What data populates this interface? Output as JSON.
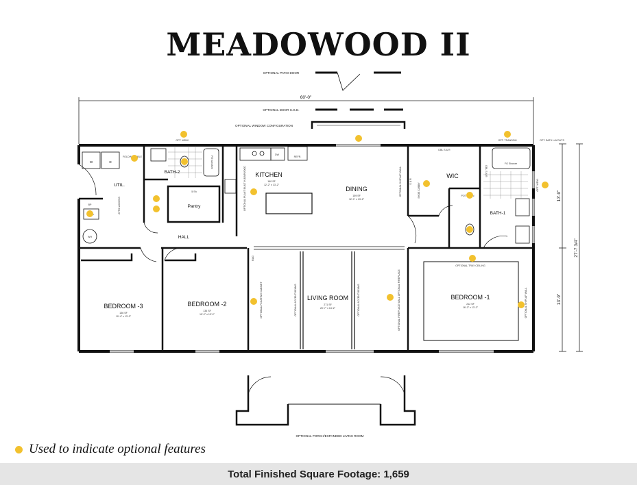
{
  "title": "MEADOWOOD II",
  "legend": {
    "text": "Used to indicate optional features",
    "dot_color": "#f2c12e"
  },
  "footer": {
    "text": "Total Finished Square Footage: 1,659"
  },
  "dimensions": {
    "width": "60'-0\"",
    "depth": "27'-7 3/4\"",
    "upper": "13'-9\"",
    "lower": "13'-9\""
  },
  "rooms": {
    "kitchen": {
      "name": "KITCHEN",
      "area": "160 SF",
      "size": "12'-2\" x 13'-2\""
    },
    "dining": {
      "name": "DINING",
      "area": "159 SF",
      "size": "12'-1\" x 13'-2\""
    },
    "living": {
      "name": "LIVING ROOM",
      "area": "271 SF",
      "size": "20'-7\" x 13'-2\""
    },
    "bed1": {
      "name": "BEDROOM -1",
      "area": "212 SF",
      "size": "16'-2\" x 13'-2\""
    },
    "bed2": {
      "name": "BEDROOM -2",
      "area": "134 SF",
      "size": "10'-2\" x 13'-2\""
    },
    "bed3": {
      "name": "BEDROOM -3",
      "area": "136 SF",
      "size": "10'-4\" x 13'-2\""
    },
    "wic": {
      "name": "WIC"
    },
    "bath1": {
      "name": "BATH-1"
    },
    "bath2": {
      "name": "BATH-2"
    },
    "util": {
      "name": "UTIL."
    },
    "hall": {
      "name": "HALL"
    },
    "pantry": {
      "name": "Pantry"
    }
  },
  "fixtures": {
    "washer": "W",
    "dryer": "D",
    "folding_table": "FOLDING TABLE",
    "shelf": "5 Sh",
    "dw": "DW",
    "refr": "REFR.",
    "wh": "WH",
    "bp": "BP",
    "fg_shower": "FG Shower",
    "fg_tub": "FG tub/shwr",
    "dbl_s_r": "DBL S & R",
    "s_r": "S & R",
    "attic_access": "ATTIC ACCESS",
    "rag": "RAG",
    "pot_n_pan": "POT N PAN",
    "shoe_cubby": "SHOE CUBBY"
  },
  "annotations": {
    "patio_door": "OPTIONAL PATIO DOOR",
    "door_sgd": "OPTIONAL DOOR S.G.D.",
    "window_config": "OPTIONAL WINDOW CONFIGURATION",
    "opt_wdw": "OPT. WDW.",
    "opt_transom": "OPT. TRANSOM",
    "opt_bath_layouts": "OPT. BATH LAYOUTS",
    "opt_wdw_side": "OPT. WDW.",
    "shiplap_dining": "OPTIONAL SHIPLAP WALL",
    "island": "OPTIONAL PLANT BUILT IN BARWOOD",
    "tray_ceiling": "OPTIONAL TRAY CEILING",
    "shiplap_bed1": "OPTIONAL SHIPLAP WALL",
    "floating_cabinet": "OPTIONAL FLOATING CABINET",
    "accent_beams_1": "OPTIONAL ACCENT BEAMS",
    "accent_beams_2": "OPTIONAL ACCENT BEAMS",
    "fireplace": "OPTIONAL FIREPLACE WALL OPTIONAL FIREPLACE",
    "porch": "OPTIONAL PORCH/EXPANDED LIVING ROOM"
  }
}
